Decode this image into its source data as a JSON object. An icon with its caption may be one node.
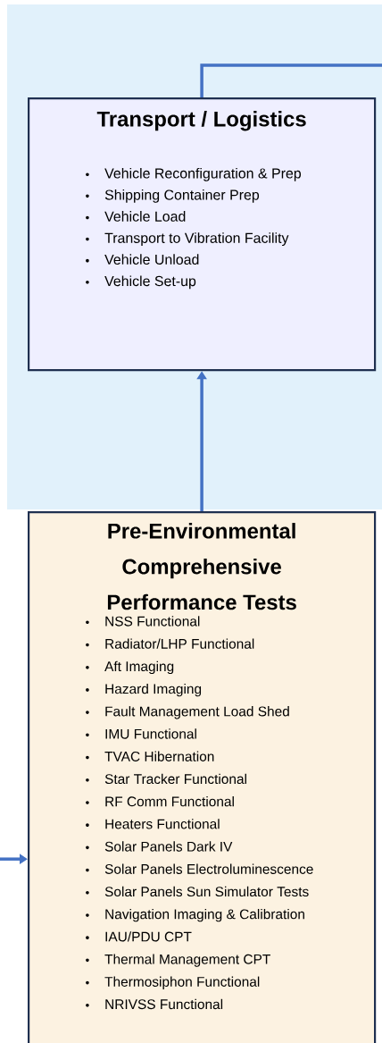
{
  "diagram": {
    "nodes": [
      {
        "text": [
          "Transport / Logistics",
          "Vehicle Reconfiguration & Prep",
          "Shipping Container Prep",
          "Vehicle Load",
          "Transport to Vibration Facility",
          "Vehicle Unload",
          "Vehicle Set-up"
        ]
      },
      {
        "text": [
          "Pre-Environmental Comprehensive Performance Tests",
          "NSS Functional",
          "Radiator/LHP Functional",
          "Aft Imaging",
          "Hazard Imaging",
          "Fault Management Load Shed",
          "IMU Functional",
          "TVAC Hibernation",
          "Star Tracker Functional",
          "RF Comm Functional",
          "Heaters Functional",
          "Solar Panels Dark IV",
          "Solar Panels Electroluminescence",
          "Solar Panels Sun Simulator Tests",
          "Navigation Imaging & Calibration",
          "IAU/PDU CPT",
          "Thermal Management CPT",
          "Thermosiphon Functional",
          "NRIVSS Functional"
        ]
      }
    ],
    "edges": [
      {
        "from": 1,
        "to": 0,
        "arrow": "to"
      },
      {
        "from": 0,
        "to": null,
        "arrow": "none"
      },
      {
        "from": null,
        "to": 1,
        "arrow": "to"
      }
    ]
  }
}
